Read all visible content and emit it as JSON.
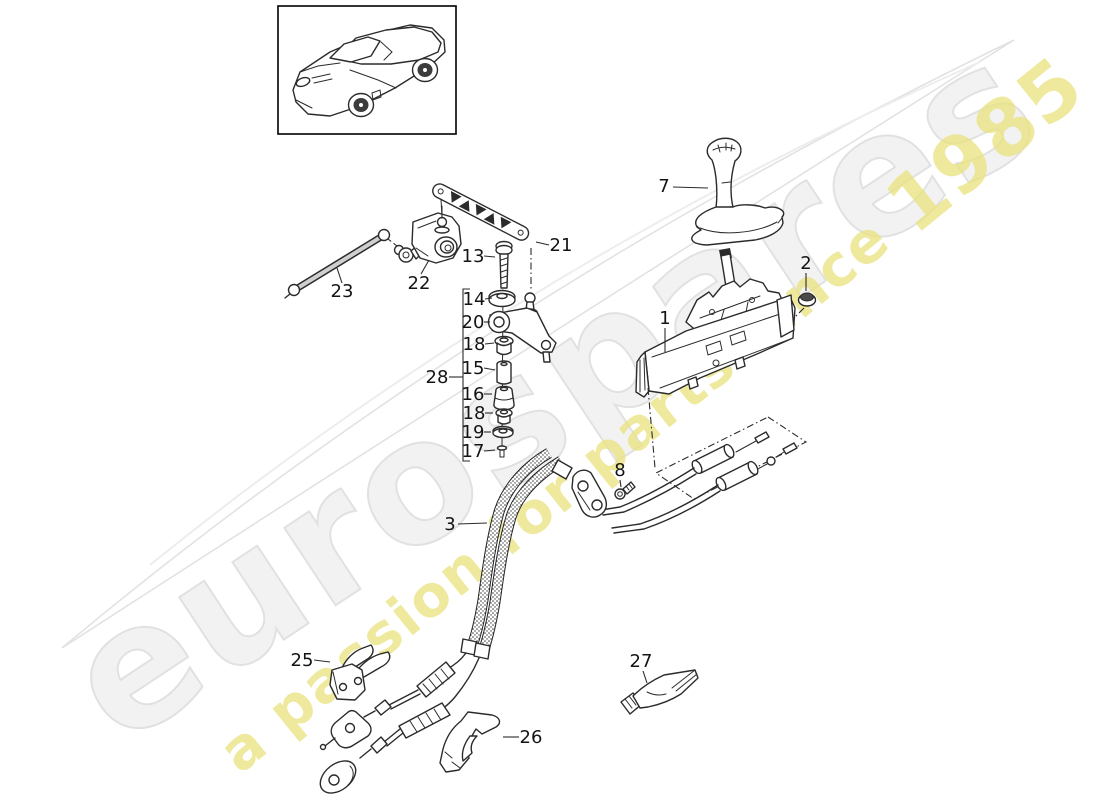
{
  "diagram": {
    "background_color": "#ffffff",
    "line_color": "#2b2b2b"
  },
  "watermark": {
    "brand": "eurospares",
    "tagline_prefix": "a passion for parts since ",
    "tagline_year": "1985",
    "brand_color": "#f2f2f2",
    "brand_outline_color": "#e1e1e1",
    "tagline_color": "#eae382"
  },
  "callouts": {
    "c1": {
      "label": "1"
    },
    "c2": {
      "label": "2"
    },
    "c3": {
      "label": "3"
    },
    "c7": {
      "label": "7"
    },
    "c8": {
      "label": "8"
    },
    "c13": {
      "label": "13"
    },
    "c14": {
      "label": "14"
    },
    "c15": {
      "label": "15"
    },
    "c16": {
      "label": "16"
    },
    "c17": {
      "label": "17"
    },
    "c18a": {
      "label": "18"
    },
    "c18b": {
      "label": "18"
    },
    "c19": {
      "label": "19"
    },
    "c20": {
      "label": "20"
    },
    "c21": {
      "label": "21"
    },
    "c22": {
      "label": "22"
    },
    "c23": {
      "label": "23"
    },
    "c25": {
      "label": "25"
    },
    "c26": {
      "label": "26"
    },
    "c27": {
      "label": "27"
    },
    "c28": {
      "label": "28"
    }
  }
}
